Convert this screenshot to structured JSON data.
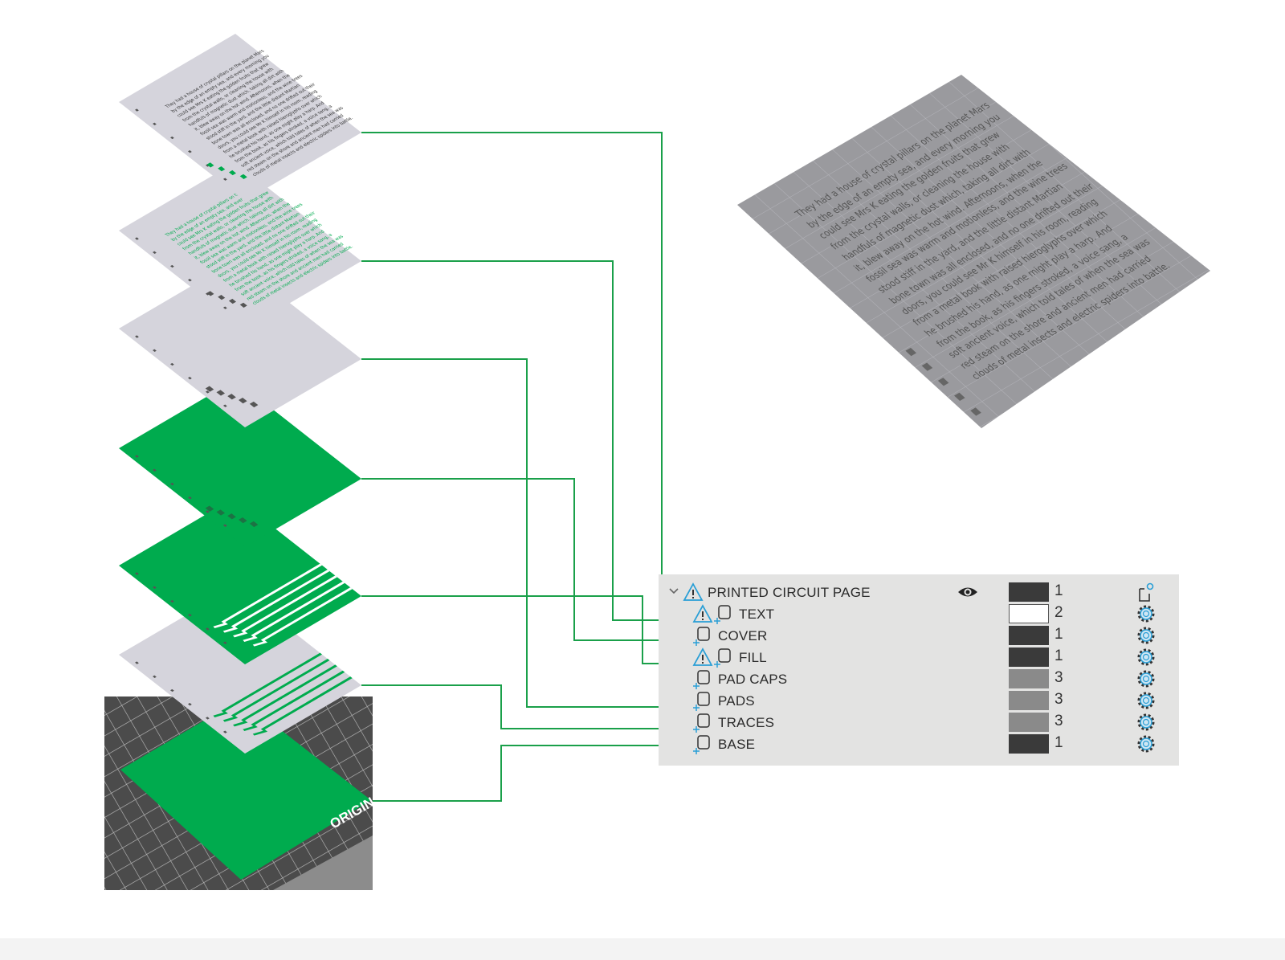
{
  "story": {
    "lines": [
      "They had a house of crystal pillars on the planet Mars",
      "by the edge of an empty sea, and every morning you",
      "could see Mrs K eating the golden fruits that grew",
      "from the crystal walls, or cleaning the house with",
      "handfuls of magnetic dust which, taking all dirt with",
      "it, blew away on the hot wind. Afternoons, when the",
      "fossil sea was warm and motionless, and the wine trees",
      "stood stiff in the yard, and the little distant Martian",
      "bone town was all enclosed, and no one drifted out their",
      "doors, you could see Mr K himself in his room, reading",
      "from a metal book with raised hieroglyphs over which",
      "he brushed his hand, as one might play a harp. And",
      "from the book, as his fingers stroked, a voice sang, a",
      "soft ancient voice, which told tales of when the sea was",
      "red steam on the shore and ancient men had carried",
      "clouds of metal insects and electric spiders into battle."
    ]
  },
  "build_plate": {
    "label": "ORIGIN"
  },
  "colors": {
    "green": "#00ab4e",
    "page": "#d5d4dc",
    "connector": "#1aa04a",
    "accent": "#2a9fd6"
  },
  "panel": {
    "group": {
      "name": "PRINTED CIRCUIT PAGE",
      "count": "1",
      "swatch": "#3a3a3a",
      "icons": [
        "chevron-down-icon",
        "warning-icon",
        "eye-icon",
        "add-layer-icon"
      ]
    },
    "rows": [
      {
        "name": "TEXT",
        "count": "2",
        "swatch": "#ffffff",
        "warning": true
      },
      {
        "name": "COVER",
        "count": "1",
        "swatch": "#3a3a3a",
        "warning": false
      },
      {
        "name": "FILL",
        "count": "1",
        "swatch": "#3a3a3a",
        "warning": true
      },
      {
        "name": "PAD CAPS",
        "count": "3",
        "swatch": "#8a8a8a",
        "warning": false
      },
      {
        "name": "PADS",
        "count": "3",
        "swatch": "#8a8a8a",
        "warning": false
      },
      {
        "name": "TRACES",
        "count": "3",
        "swatch": "#8a8a8a",
        "warning": false
      },
      {
        "name": "BASE",
        "count": "1",
        "swatch": "#3a3a3a",
        "warning": false
      }
    ]
  }
}
